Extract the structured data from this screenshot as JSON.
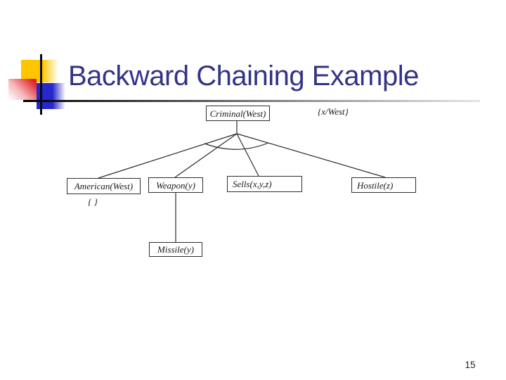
{
  "slide": {
    "title": "Backward Chaining Example",
    "page_number": "15"
  },
  "tree": {
    "root": {
      "label": "Criminal(West)"
    },
    "substitution_label": "{x/West}",
    "children": [
      {
        "label": "American(West)",
        "substitution": "{ }"
      },
      {
        "label": "Weapon(y)"
      },
      {
        "label": "Sells(x,y,z)"
      },
      {
        "label": "Hostile(z)"
      }
    ],
    "weapon_child": {
      "label": "Missile(y)"
    }
  },
  "colors": {
    "title_text": "#333387",
    "accent_yellow": "#FFC600",
    "accent_red": "#E02026",
    "accent_blue": "#2727CB",
    "tree_line": "#2B2B2B"
  }
}
